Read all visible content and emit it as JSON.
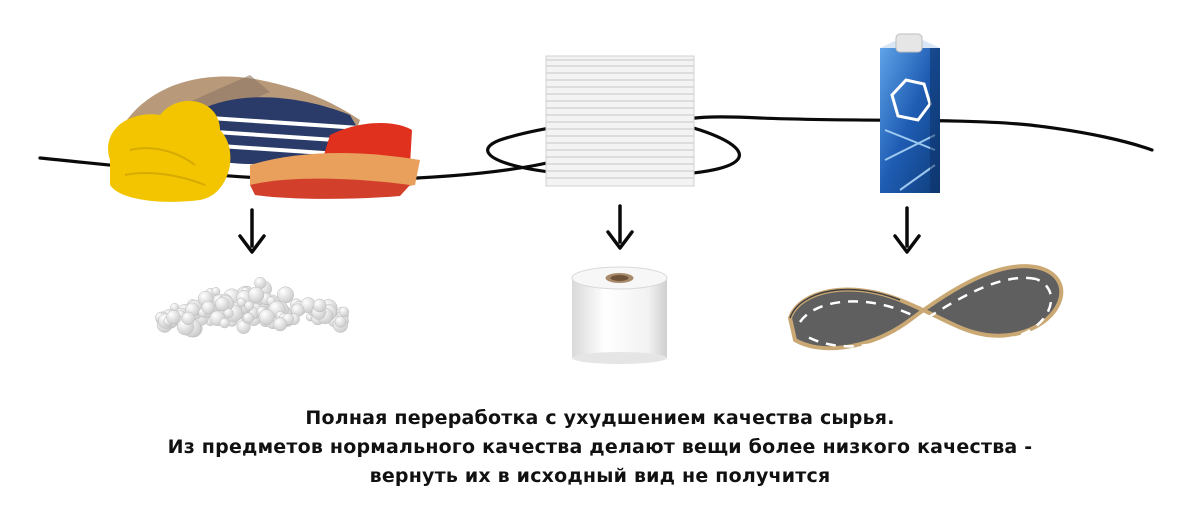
{
  "caption": {
    "line1": "Полная переработка с ухудшением качества сырья.",
    "line2": "Из предметов нормального качества делают вещи более низкого качества -",
    "line3": "вернуть их в исходный вид не получится"
  },
  "colors": {
    "line": "#0a0a0a",
    "arrow": "#0a0a0a",
    "yellow": "#f2c500",
    "red": "#e0301e",
    "paper": "#f1f1f1",
    "carton_blue": "#1f5fb0",
    "asphalt": "#6e6e6e"
  },
  "stages": [
    {
      "from": "textile-pile",
      "to": "foam-granules"
    },
    {
      "from": "paper-stack",
      "to": "toilet-paper-roll"
    },
    {
      "from": "beverage-carton",
      "to": "road-infinity"
    }
  ]
}
